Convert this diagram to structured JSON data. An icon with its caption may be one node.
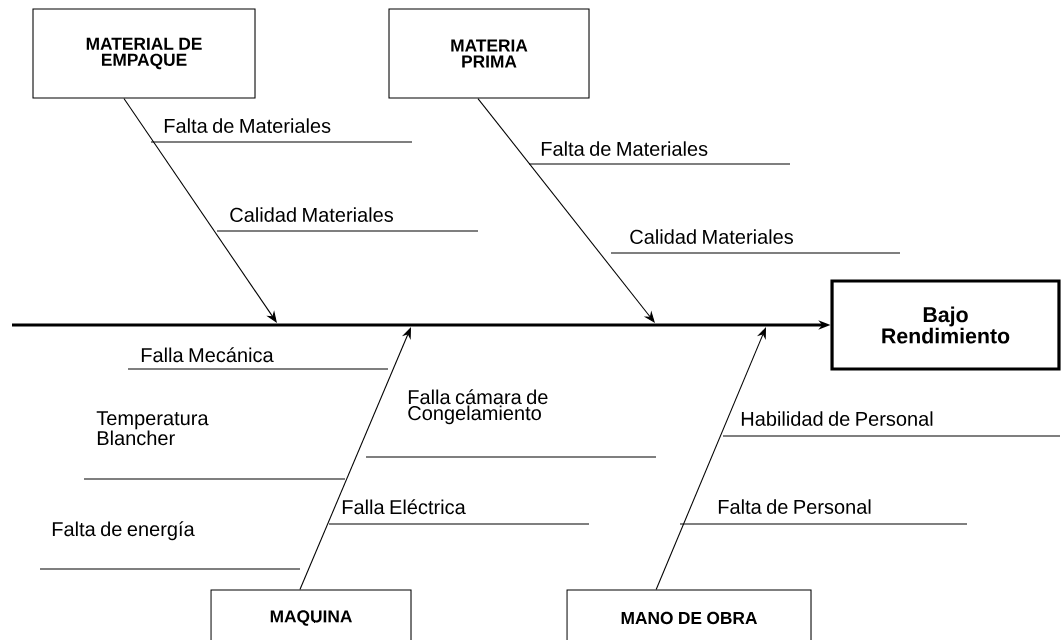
{
  "diagram": {
    "nodes": [
      {
        "text": [
          "MATERIAL DE EMPAQUE"
        ]
      },
      {
        "text": [
          "MATERIA PRIMA"
        ]
      },
      {
        "text": [
          "Bajo Rendimiento"
        ]
      },
      {
        "text": [
          "MAQUINA"
        ]
      },
      {
        "text": [
          "MANO DE OBRA"
        ]
      }
    ],
    "edges": [
      {
        "from": null,
        "to": 2,
        "arrow": "to",
        "style": "thick"
      },
      {
        "from": 0,
        "to": null,
        "arrow": "to"
      },
      {
        "from": 1,
        "to": null,
        "arrow": "to"
      },
      {
        "from": 3,
        "to": null,
        "arrow": "to"
      },
      {
        "from": 4,
        "to": null,
        "arrow": "to"
      }
    ],
    "labels": [
      "Falta de Materiales",
      "Calidad Materiales",
      "Falta de Materiales",
      "Calidad Materiales",
      "Falla Mecánica",
      "Temperatura Blancher",
      "Falla cámara de Congelamiento",
      "Habilidad de Personal",
      "Falla Eléctrica",
      "Falta de energía",
      "Falta de Personal"
    ]
  }
}
